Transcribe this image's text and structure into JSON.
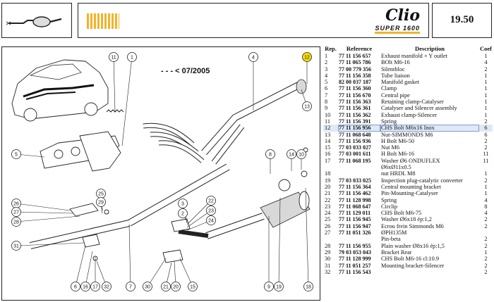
{
  "header": {
    "brand_word": "Clio",
    "brand_sub": "SUPER 1600",
    "page_number": "19.50",
    "accent_color": "#f3b32a"
  },
  "diagram": {
    "date_note": "- - - < 07/2005",
    "callouts": [
      "1",
      "2",
      "3",
      "4",
      "5",
      "6",
      "7",
      "8",
      "9",
      "10",
      "11",
      "12",
      "13",
      "14",
      "15",
      "16",
      "17",
      "18",
      "19",
      "20",
      "21",
      "22",
      "23",
      "24",
      "25",
      "26",
      "27",
      "28",
      "29",
      "30",
      "31",
      "32"
    ],
    "highlight_callout": "12",
    "highlight_color": "#f6e000"
  },
  "table": {
    "headers": {
      "rep": "Rep.",
      "ref": "Reference",
      "desc": "Description",
      "coef": "Coef"
    },
    "highlight_row": 11,
    "rows": [
      [
        "1",
        "77 11 156 657",
        "Exhaust manifold + Y outlet",
        "1"
      ],
      [
        "2",
        "77 11 065 786",
        "BOlt M6-16",
        "4"
      ],
      [
        "3",
        "77 00 779 356",
        "Silentbloc",
        "2"
      ],
      [
        "4",
        "77 11 156 358",
        "Tube liaison",
        "1"
      ],
      [
        "5",
        "82 00 037 187",
        "Manifold gasket",
        "1"
      ],
      [
        "6",
        "77 11 156 360",
        "Clamp",
        "1"
      ],
      [
        "7",
        "77 11 156 670",
        "Central pipe",
        "1"
      ],
      [
        "8",
        "77 11 156 363",
        "Retaining clamp-Catalyser",
        "1"
      ],
      [
        "9",
        "77 11 156 361",
        "Catalyser and Silencer assembly",
        "1"
      ],
      [
        "10",
        "77 11 156 362",
        "Exhaust clamp-Silencer",
        "1"
      ],
      [
        "11",
        "77 11 156 391",
        "Spring",
        "2"
      ],
      [
        "12",
        "77 11 156 956",
        "CHS Bolt M6x16 Inox",
        "6"
      ],
      [
        "13",
        "77 11 068 648",
        "Nut-SIMMONDS M6",
        "6"
      ],
      [
        "14",
        "77 11 156 936",
        "H Bolt M6-50",
        "2"
      ],
      [
        "15",
        "77 03 033 027",
        "Nut M6",
        "2"
      ],
      [
        "16",
        "77 03 001 611",
        "H Bolt M6-16",
        "11"
      ],
      [
        "17",
        "77 11 068 195",
        "Washer Ø6 ONDUFLEX",
        "11"
      ],
      [
        "",
        "",
        "Ø6xØ11x0.5",
        ""
      ],
      [
        "18",
        "",
        "nut HRDL M8",
        "1"
      ],
      [
        "19",
        "77 03 033 025",
        "Inspection plug-catalytic converter",
        "2"
      ],
      [
        "20",
        "77 11 156 364",
        "Central mounting bracket",
        "1"
      ],
      [
        "21",
        "77 11 156 462",
        "Pin-Mounting-Catalyser",
        "1"
      ],
      [
        "22",
        "77 11 128 998",
        "Spring",
        "4"
      ],
      [
        "23",
        "77 11 068 647",
        "Circlip",
        "8"
      ],
      [
        "24",
        "77 11 129 011",
        "CHS Bolt M6-75",
        "4"
      ],
      [
        "25",
        "77 11 156 945",
        "Washer Ø6x18 ép:1,2",
        "2"
      ],
      [
        "26",
        "77 11 156 947",
        "Ecrou frein Simmonds M6",
        "2"
      ],
      [
        "27",
        "77 11 051 326",
        "ØPH135M",
        ""
      ],
      [
        "",
        "",
        "Pin-beta",
        "2"
      ],
      [
        "28",
        "77 11 156 955",
        "Plain washer Ø8x16 ép:1,5",
        "2"
      ],
      [
        "29",
        "79 03 053 043",
        "Bracket Rear",
        "1"
      ],
      [
        "30",
        "77 11 128 999",
        "CHS Bolt M6-16 cl:10.9",
        "2"
      ],
      [
        "31",
        "77 11 051 257",
        "Mounting bracket-Silencer",
        "2"
      ],
      [
        "32",
        "77 11 156 543",
        "",
        "2"
      ]
    ]
  }
}
